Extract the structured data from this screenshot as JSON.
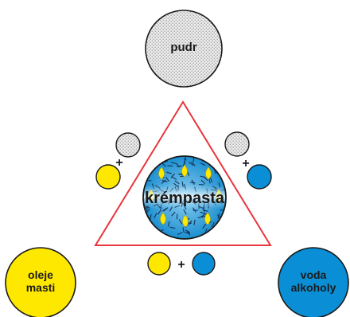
{
  "labels": {
    "powder": "pudr",
    "center": "krémpasta",
    "oils_line1": "oleje",
    "oils_line2": "masti",
    "water_line1": "voda",
    "water_line2": "alkoholy",
    "plus": "+"
  },
  "colors": {
    "yellow": "#FFE800",
    "blue": "#0A8FD6",
    "powder_fill": "#EDEDED",
    "triangle_stroke": "#E8363D",
    "outline": "#1a1a1a"
  }
}
